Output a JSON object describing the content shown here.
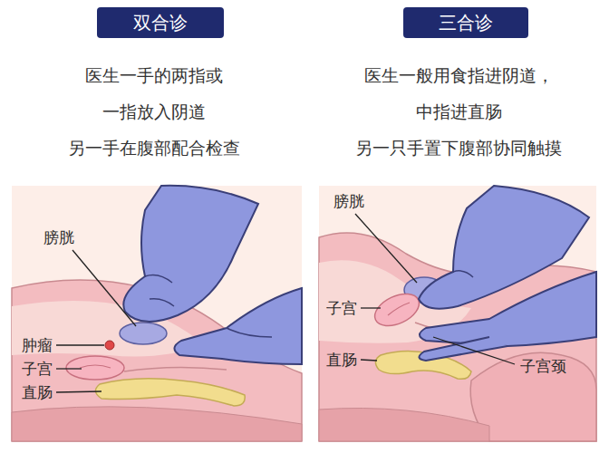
{
  "diagram": {
    "nodes": [
      {
        "text": [
          "双合诊"
        ]
      },
      {
        "text": [
          "三合诊"
        ]
      }
    ],
    "labels": [
      "医生一手的两指或 一指放入阴道 另一手在腹部配合检查",
      "医生一般用食指进阴道， 中指进直肠 另一只手置下腹部协同触摸",
      "膀胱",
      "肿瘤",
      "子宫",
      "直肠",
      "膀胱",
      "子宫",
      "直肠",
      "子宫颈"
    ]
  }
}
